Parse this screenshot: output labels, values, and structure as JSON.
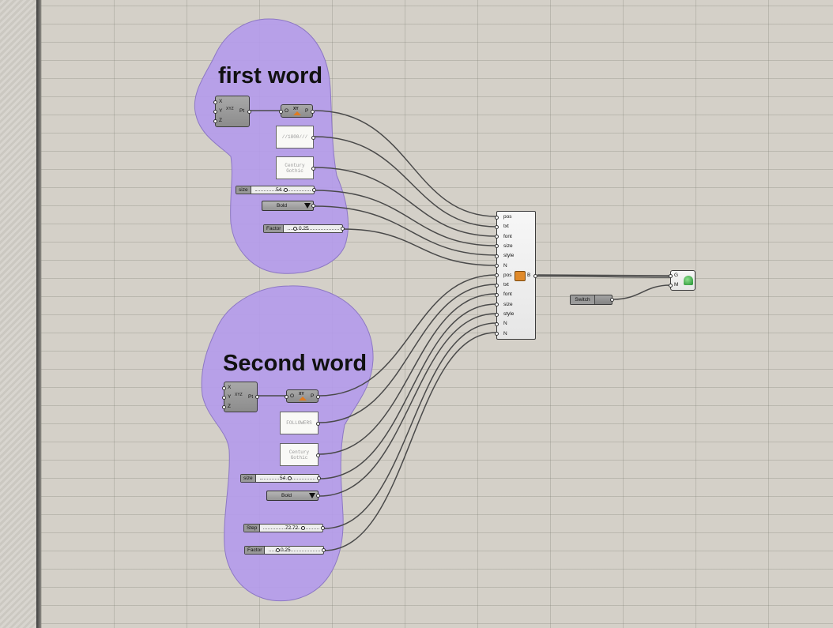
{
  "groups": {
    "first": {
      "title": "first word"
    },
    "second": {
      "title": "Second word"
    }
  },
  "construct_point": {
    "inputs": [
      "X",
      "Y",
      "Z"
    ],
    "icon_label": "XYZ",
    "output": "Pt"
  },
  "xy_plane": {
    "input": "O",
    "icon_label": "XY",
    "output": "P"
  },
  "panels": {
    "first_text": "//1800///",
    "first_font": "Century Gothic",
    "second_text": "FOLLOWERS",
    "second_font": "Century Gothic"
  },
  "sliders": {
    "first_size": {
      "label": "size",
      "value": "54"
    },
    "first_factor": {
      "label": "Factor",
      "value": "0.25"
    },
    "second_size": {
      "label": "size",
      "value": "54"
    },
    "second_step": {
      "label": "Step",
      "value": "72.72"
    },
    "second_factor": {
      "label": "Factor",
      "value": "0.25"
    }
  },
  "dropdowns": {
    "first_style": "Bold",
    "second_style": "Bold"
  },
  "switch_label": "Switch",
  "text_component": {
    "inputs": [
      "pos",
      "txt",
      "font",
      "size",
      "style",
      "N",
      "pos",
      "txt",
      "font",
      "size",
      "style",
      "N",
      "N"
    ],
    "output": "B"
  },
  "preview_component": {
    "inputs": [
      "G",
      "M"
    ]
  },
  "colors": {
    "canvas": "#d4d0c8",
    "group_fill": "#b49bea",
    "wire": "#4a4a4a",
    "component": "#9a9a9a"
  }
}
